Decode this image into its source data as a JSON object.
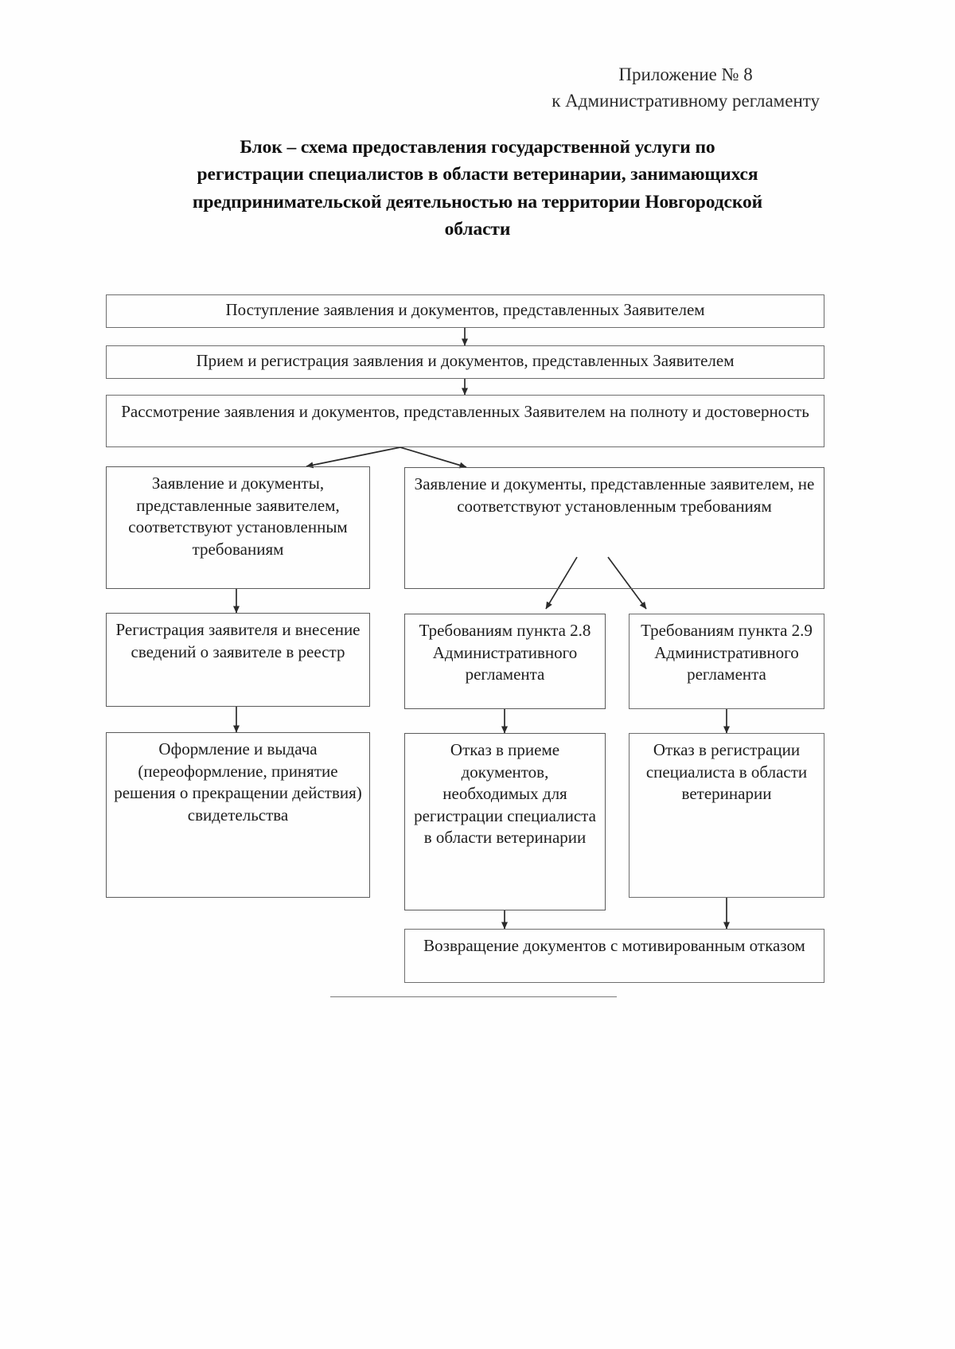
{
  "header": {
    "line1": "Приложение № 8",
    "line2": "к Административному регламенту"
  },
  "title": {
    "line1": "Блок – схема предоставления государственной услуги по",
    "line2": "регистрации специалистов в области ветеринарии, занимающихся",
    "line3": "предпринимательской деятельностью на территории Новгородской",
    "line4": "области"
  },
  "flowchart": {
    "type": "diagram",
    "nodes": [
      {
        "id": "n1",
        "label": "Поступление заявления и документов, представленных Заявителем"
      },
      {
        "id": "n2",
        "label": "Прием и регистрация заявления и документов, представленных Заявителем"
      },
      {
        "id": "n3",
        "label": "Рассмотрение заявления и документов, представленных Заявителем на полноту и достоверность"
      },
      {
        "id": "n4",
        "label": "Заявление и документы, представленные заявителем, соответствуют установленным требованиям"
      },
      {
        "id": "n5",
        "label": "Заявление и документы, представленные заявителем, не соответствуют установленным требованиям"
      },
      {
        "id": "n6",
        "label": "Регистрация заявителя и внесение сведений о заявителе в реестр"
      },
      {
        "id": "n7",
        "label": "Требованиям пункта 2.8 Административного регламента"
      },
      {
        "id": "n8",
        "label": "Требованиям пункта 2.9 Административного регламента"
      },
      {
        "id": "n9",
        "label": "Оформление и выдача (переоформление, принятие решения о прекращении действия) свидетельства"
      },
      {
        "id": "n10",
        "label": "Отказ в приеме документов, необходимых для регистрации специалиста в области ветеринарии"
      },
      {
        "id": "n11",
        "label": "Отказ в регистрации специалиста в области ветеринарии"
      },
      {
        "id": "n12",
        "label": "Возвращение документов с мотивированным отказом"
      }
    ],
    "edges": [
      {
        "from": "n1",
        "to": "n2",
        "style": "straight-down"
      },
      {
        "from": "n2",
        "to": "n3",
        "style": "straight-down"
      },
      {
        "from": "n3",
        "to": "n4",
        "style": "diagonal-left"
      },
      {
        "from": "n3",
        "to": "n5",
        "style": "diagonal-right"
      },
      {
        "from": "n4",
        "to": "n6",
        "style": "straight-down"
      },
      {
        "from": "n5",
        "to": "n7",
        "style": "diagonal-left"
      },
      {
        "from": "n5",
        "to": "n8",
        "style": "diagonal-right"
      },
      {
        "from": "n6",
        "to": "n9",
        "style": "straight-down"
      },
      {
        "from": "n7",
        "to": "n10",
        "style": "straight-down"
      },
      {
        "from": "n8",
        "to": "n11",
        "style": "straight-down"
      },
      {
        "from": "n10",
        "to": "n12",
        "style": "straight-down"
      },
      {
        "from": "n11",
        "to": "n12",
        "style": "straight-down"
      }
    ]
  },
  "colors": {
    "border": "#5b5b5b",
    "text": "#1d1d1d",
    "background": "#ffffff"
  }
}
